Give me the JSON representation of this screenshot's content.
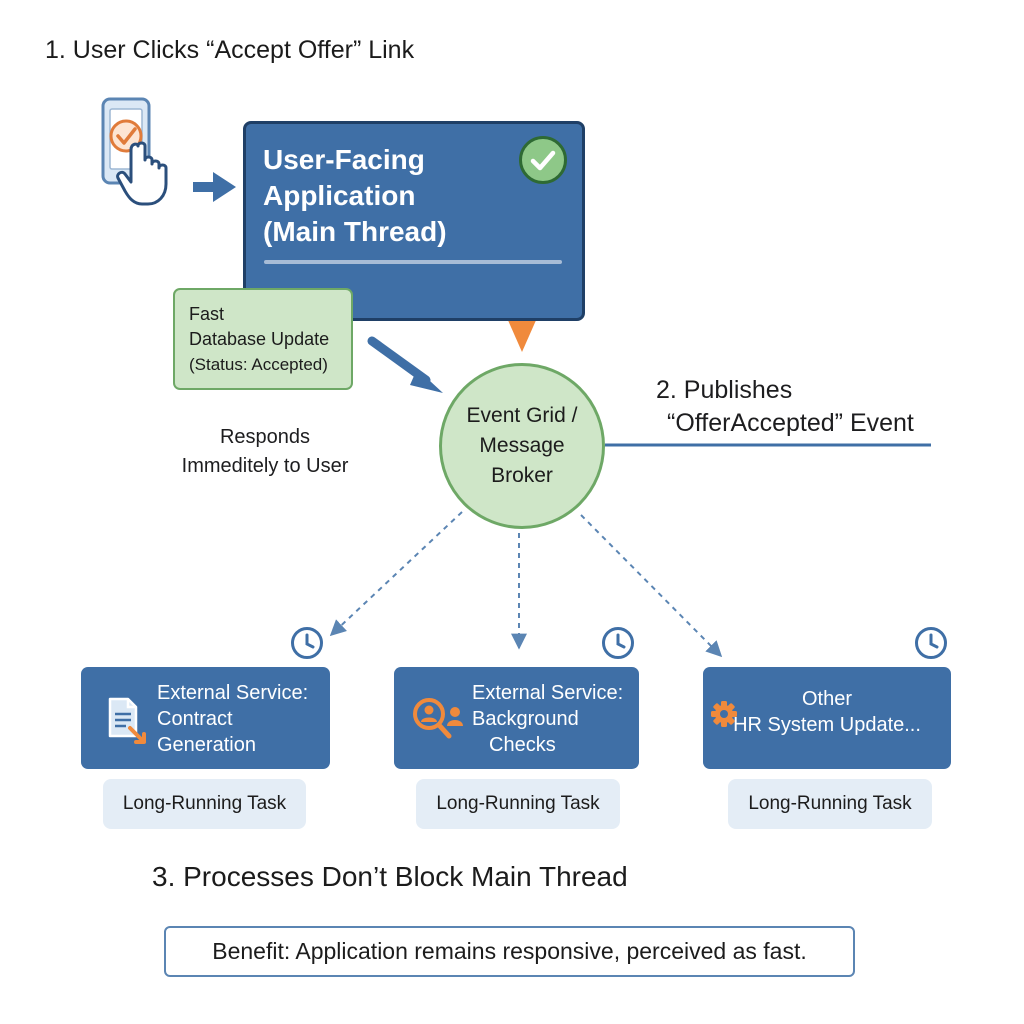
{
  "colors": {
    "primary_blue": "#3f6fa6",
    "dark_navy": "#1f3f66",
    "light_green": "#cfe6c8",
    "green_border": "#6ea866",
    "accent_orange": "#f08a3c",
    "light_blue_pill": "#e4edf6"
  },
  "steps": {
    "step1": "1. User Clicks “Accept Offer” Link",
    "step3": "3. Processes Don’t Block Main Thread"
  },
  "main_app": {
    "title_lines": [
      "User-Facing",
      "Application",
      "(Main Thread)"
    ],
    "icon": "check-circle-icon"
  },
  "phone": {
    "icon": "phone-tap-icon"
  },
  "db_update": {
    "lines": [
      "Fast",
      "Database Update",
      "(Status: Accepted)"
    ]
  },
  "broker": {
    "lines": [
      "Event Grid /",
      "Message",
      "Broker"
    ]
  },
  "responds": {
    "lines": [
      "Responds",
      "Immeditely to User"
    ]
  },
  "publishes": {
    "lines": [
      "2. Publishes",
      "“OfferAccepted” Event"
    ]
  },
  "services": [
    {
      "lines": [
        "External Service:",
        "Contract",
        "Generation"
      ],
      "icon": "document-icon",
      "task": "Long-Running Task",
      "clock_icon": "clock-icon"
    },
    {
      "lines": [
        "External Service:",
        "Background",
        "Checks"
      ],
      "icon": "person-search-icon",
      "task": "Long-Running Task",
      "clock_icon": "clock-icon"
    },
    {
      "lines": [
        "Other",
        "HR System Update..."
      ],
      "icon": "gear-icon",
      "task": "Long-Running Task",
      "clock_icon": "clock-icon"
    }
  ],
  "benefit": {
    "text": "Benefit: Application remains responsive, perceived as fast."
  }
}
